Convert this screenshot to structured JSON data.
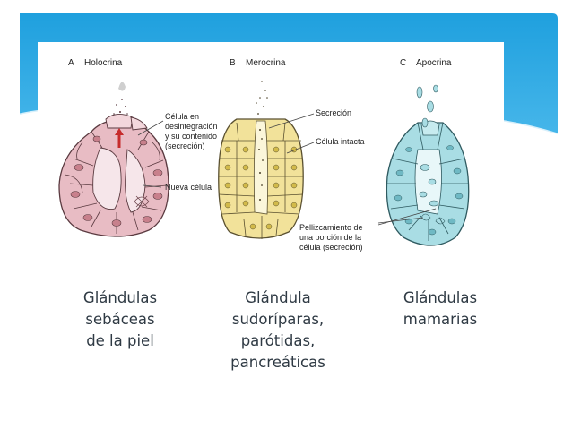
{
  "panels": [
    {
      "letter": "A",
      "title": "Holocrina",
      "labels": [
        "Célula en",
        "desintegración",
        "y su contenido",
        "(secreción)"
      ],
      "label2": "Nueva célula"
    },
    {
      "letter": "B",
      "title": "Merocrina",
      "labels": [
        "Secreción"
      ],
      "label2": "Célula intacta"
    },
    {
      "letter": "C",
      "title": "Apocrina",
      "labels": [
        "Pellizcamiento de",
        "una porción de la",
        "célula (secreción)"
      ]
    }
  ],
  "captions": [
    {
      "lines": [
        "Glándulas",
        "sebáceas",
        "de la piel"
      ]
    },
    {
      "lines": [
        "Glándula",
        "sudoríparas,",
        "parótidas,",
        "pancreáticas"
      ]
    },
    {
      "lines": [
        "Glándulas",
        "mamarias"
      ]
    }
  ],
  "colors": {
    "banner": "#22a4e0",
    "holocrine": "#e8bcc4",
    "merocrine": "#f2e29a",
    "apocrine": "#a9dde4",
    "caption_text": "#2f3a44"
  }
}
